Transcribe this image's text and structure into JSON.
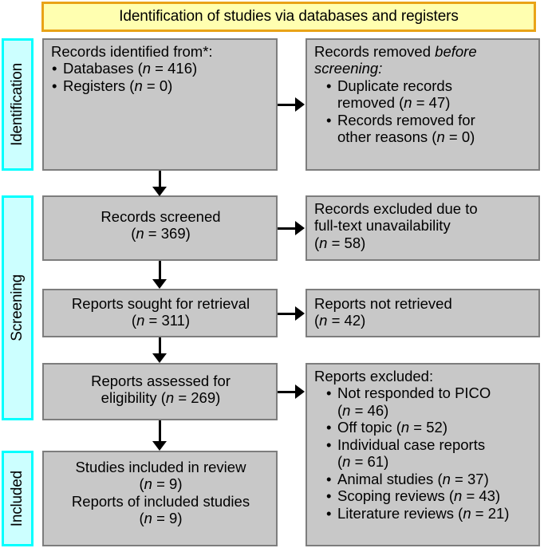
{
  "banner": {
    "title": "Identification of studies via databases and registers",
    "bg_color": "#ffffb0",
    "border_color": "#e9a317"
  },
  "stages": [
    {
      "label": "Identification"
    },
    {
      "label": "Screening"
    },
    {
      "label": "Included"
    }
  ],
  "colors": {
    "box_fill": "#c8c8c8",
    "box_border": "#7d7d7d",
    "stage_fill": "#ccffff",
    "stage_border": "#00ffff",
    "arrow": "#000000"
  },
  "boxes": {
    "identified": {
      "heading": "Records identified from*:",
      "items": [
        {
          "text": "Databases (",
          "n_label": "n",
          "eq": " = 416)"
        },
        {
          "text": "Registers (",
          "n_label": "n",
          "eq": " = 0)"
        }
      ]
    },
    "removed_before_screening": {
      "heading_plain": "Records removed ",
      "heading_italic": "before screening:",
      "items": [
        {
          "line1": "Duplicate records",
          "line2_pre": "removed (",
          "n_label": "n",
          "line2_post": " = 47)"
        },
        {
          "line1": "Records removed for",
          "line2_pre": "other reasons (",
          "n_label": "n",
          "line2_post": " = 0)"
        }
      ]
    },
    "records_screened": {
      "line1": "Records screened",
      "line2_pre": "(",
      "n_label": "n",
      "line2_post": " = 369)"
    },
    "records_excluded": {
      "line1": "Records excluded due to",
      "line2": "full-text unavailability",
      "line3_pre": "(",
      "n_label": "n",
      "line3_post": " = 58)"
    },
    "reports_sought": {
      "line1": "Reports sought for retrieval",
      "line2_pre": "(",
      "n_label": "n",
      "line2_post": " = 311)"
    },
    "reports_not_retrieved": {
      "line1": "Reports not retrieved",
      "line2_pre": "(",
      "n_label": "n",
      "line2_post": " = 42)"
    },
    "reports_assessed": {
      "line1": "Reports assessed for",
      "line2_pre": "eligibility (",
      "n_label": "n",
      "line2_post": " = 269)"
    },
    "reports_excluded": {
      "heading": "Reports excluded:",
      "items": [
        {
          "line1": "Not responded to PICO",
          "line2_pre": "(",
          "n_label": "n",
          "line2_post": " = 46)"
        },
        {
          "line1_pre": "Off topic (",
          "n_label": "n",
          "line1_post": " = 52)"
        },
        {
          "line1": "Individual case reports",
          "line2_pre": "(",
          "n_label": "n",
          "line2_post": " = 61)"
        },
        {
          "line1_pre": "Animal studies (",
          "n_label": "n",
          "line1_post": " = 37)"
        },
        {
          "line1_pre": "Scoping reviews (",
          "n_label": "n",
          "line1_post": " = 43)"
        },
        {
          "line1_pre": "Literature reviews (",
          "n_label": "n",
          "line1_post": " = 21)"
        }
      ]
    },
    "studies_included": {
      "line1": "Studies included in review",
      "line2_pre": "(",
      "n_label": "n",
      "line2_post": " = 9)",
      "line3": "Reports of included studies",
      "line4_pre": "(",
      "n_label2": "n",
      "line4_post": " = 9)"
    }
  },
  "arrows": [
    {
      "name": "identified-to-removed",
      "direction": "right"
    },
    {
      "name": "identified-to-screened",
      "direction": "down"
    },
    {
      "name": "screened-to-excluded",
      "direction": "right"
    },
    {
      "name": "screened-to-sought",
      "direction": "down"
    },
    {
      "name": "sought-to-not-retrieved",
      "direction": "right"
    },
    {
      "name": "sought-to-assessed",
      "direction": "down"
    },
    {
      "name": "assessed-to-excluded",
      "direction": "right"
    },
    {
      "name": "assessed-to-included",
      "direction": "down"
    }
  ]
}
